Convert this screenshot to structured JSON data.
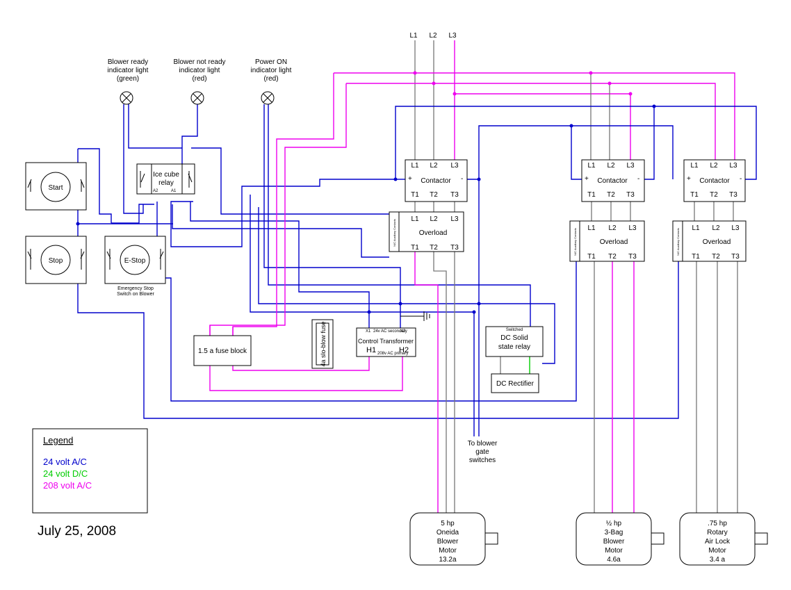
{
  "supply": {
    "l1": "L1",
    "l2": "L2",
    "l3": "L3"
  },
  "indicators": {
    "blower_ready": [
      "Blower ready",
      "indicator light",
      "(green)"
    ],
    "blower_not_ready": [
      "Blower not ready",
      "indicator light",
      "(red)"
    ],
    "power_on": [
      "Power ON",
      "indicator light",
      "(red)"
    ]
  },
  "switches": {
    "start": "Start",
    "stop": "Stop",
    "estop": "E-Stop",
    "estop_caption": [
      "Emergency Stop",
      "Switch on Blower"
    ]
  },
  "relay": {
    "label_line1": "Ice cube",
    "label_line2": "relay",
    "pin_a2": "A2",
    "pin_a1": "A1"
  },
  "contactor": {
    "label": "Contactor",
    "plus": "+",
    "minus": "-",
    "inputs": [
      "L1",
      "L2",
      "L3"
    ],
    "outputs": [
      "T1",
      "T2",
      "T3"
    ]
  },
  "overload": {
    "label": "Overload",
    "side": "N/C Auxiliary Contacts",
    "inputs": [
      "L1",
      "L2",
      "L3"
    ],
    "outputs": [
      "T1",
      "T2",
      "T3"
    ]
  },
  "fuse_block": "1.5 a fuse block",
  "slo_fuse": "4a slo-blow fuse",
  "transformer": {
    "label": "Control Transformer",
    "h1": "H1",
    "h2": "H2",
    "x1": "X1",
    "x2": "X2",
    "secondary": "24v AC secondary",
    "primary": "208v AC primary"
  },
  "ssr": {
    "switched": "Switched",
    "line1": "DC Solid",
    "line2": "state relay"
  },
  "rectifier": "DC Rectifier",
  "gate_switches": [
    "To blower",
    "gate",
    "switches"
  ],
  "motors": [
    {
      "lines": [
        "5 hp",
        "Oneida",
        "Blower",
        "Motor",
        "13.2a"
      ]
    },
    {
      "lines": [
        "½ hp",
        "3-Bag",
        "Blower",
        "Motor",
        "4.6a"
      ]
    },
    {
      "lines": [
        ".75 hp",
        "Rotary",
        "Air Lock",
        "Motor",
        "3.4 a"
      ]
    }
  ],
  "legend": {
    "title": "Legend",
    "items": [
      {
        "label": "24 volt A/C",
        "color": "#0000cc"
      },
      {
        "label": "24 volt D/C",
        "color": "#00cc00"
      },
      {
        "label": "208 volt A/C",
        "color": "#ee00ee"
      }
    ]
  },
  "date": "July 25, 2008"
}
